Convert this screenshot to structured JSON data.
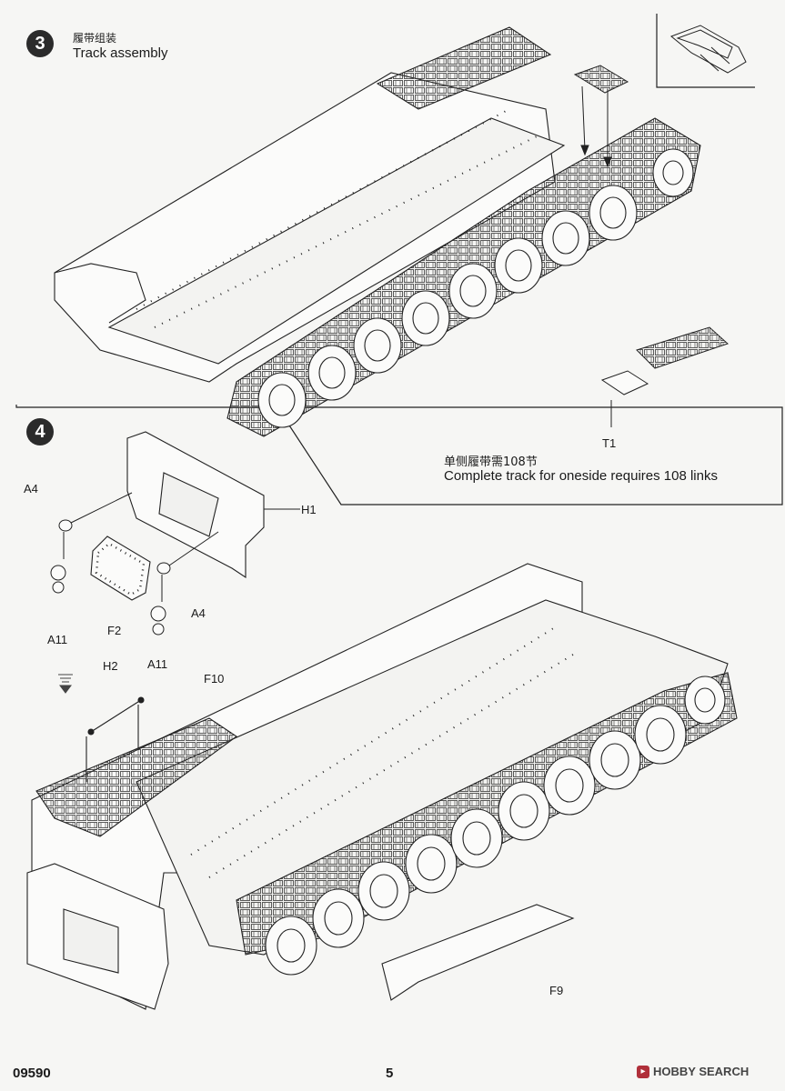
{
  "step3": {
    "number": "3",
    "title_cn": "履带组装",
    "title_en": "Track assembly",
    "part_t1": "T1",
    "note_cn": "单侧履带需108节",
    "note_en": "Complete track for oneside requires 108 links"
  },
  "step4": {
    "number": "4",
    "parts": {
      "a4_top": "A4",
      "a4_bottom": "A4",
      "a11_left": "A11",
      "a11_right": "A11",
      "f2": "F2",
      "h1": "H1",
      "h2": "H2",
      "f10": "F10",
      "f9": "F9"
    }
  },
  "footer": {
    "kit_number": "09590",
    "page_number": "5",
    "watermark": "HOBBY SEARCH"
  }
}
